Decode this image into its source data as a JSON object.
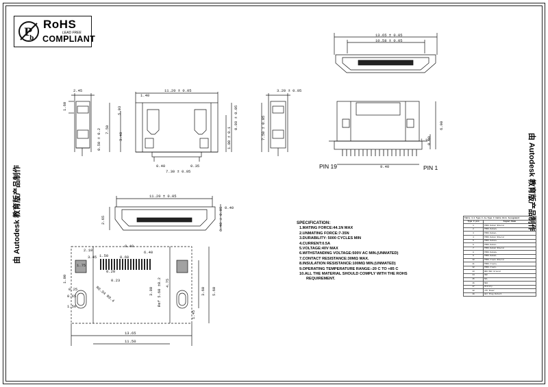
{
  "rohs": {
    "title": "RoHS",
    "sub": "LEAD FREE",
    "compliant": "COMPLIANT"
  },
  "watermark_left": "由 Autodesk 教育版产品制作",
  "watermark_right": "由 Autodesk 教育版产品制作",
  "dimensions": {
    "top_w1": "13.65 ± 0.05",
    "top_w2": "10.58 ± 0.05",
    "front_w": "11.20 ± 0.05",
    "front_140": "1.40",
    "front_503": "5.03",
    "front_340": "3.40",
    "front_750": "7.50",
    "front_500": "0.50 ± 0.2",
    "front_040": "0.40",
    "front_035": "0.35",
    "front_730": "7.30 ± 0.05",
    "front_088": "0.88 ± 0.05",
    "front_100": "1.00 ± 0.1",
    "left_245": "2.45",
    "left_160": "1.60",
    "side2_320": "3.20 ± 0.05",
    "side2_750": "7.50 ± 0.05",
    "back_690": "6.90",
    "back_118": "1.18",
    "back_030": "0.30",
    "back_940": "9.40",
    "bot_w": "11.20 ± 0.05",
    "bot_265": "2.65",
    "bot_040": "0.40",
    "bot_640": "6.40 ± 0.05",
    "pcb_1365": "13.65",
    "pcb_1150": "11.50",
    "pcb_940": "9.40",
    "pcb_640": "6.40",
    "pcb_210": "2.10",
    "pcb_175": "1.75",
    "pcb_345": "3.45",
    "pcb_150": "1.50",
    "pcb_020": "0.20",
    "pcb_023": "0.23",
    "pcb_060": "0.60",
    "pcb_025": "0.25",
    "pcb_065": "0.65",
    "pcb_150b": "1.50",
    "pcb_380": "3.80",
    "pcb_475": "4.75",
    "pcb_360": "3.60",
    "pcb_560": "5.60",
    "pcb_145": "1.45",
    "pcb_r": "R0.04  R0.4",
    "pcb_ref": "Ref 5.60 ±0.2",
    "pcb_100": "1.00"
  },
  "pin_labels": {
    "left": "PIN 19",
    "right": "PIN 1"
  },
  "specification": {
    "heading": "SPECIFICATION:",
    "items": [
      "1.MATING FORCE:44.1N MAX",
      "2.UNMATING FORCE:7-35N",
      "3.DURABILITY: 5000 CYCLES MIN",
      "4.CURRENT:0.5A",
      "5.VOLTAGE:40V MAX",
      "6.WITHSTANDING VOLTAGE:500V AC MIN.(UNMATED)",
      "7.CONTACT RESISTANCE:30MΩ MAX.",
      "8.INSULATION RESISTANCE:100MΩ MIN.(UNMATED)",
      "9.OPERATING TEMPERATURE RANGE:-20 C TO +85 C",
      "10.ALL THE MATERIAL SHOULD COMPLY WITH THE ROHS",
      "REQUIREMENT."
    ]
  },
  "pin_table": {
    "caption": "Table 4-3 Type C-to-Type C Cable Wire Assignment",
    "col1": "Type C pin",
    "col2": "Signal Name",
    "rows": [
      [
        "1",
        "TMDS Data2 Shield"
      ],
      [
        "2",
        "TMDS Data2+"
      ],
      [
        "3",
        "TMDS Data2-"
      ],
      [
        "4",
        "TMDS Data1 Shield"
      ],
      [
        "5",
        "TMDS Data1+"
      ],
      [
        "6",
        "TMDS Data1-"
      ],
      [
        "7",
        "TMDS Data0 Shield"
      ],
      [
        "8",
        "TMDS Data0+"
      ],
      [
        "9",
        "TMDS Data0-"
      ],
      [
        "10",
        "TMDS Clock Shield"
      ],
      [
        "11",
        "TMDS Clock+"
      ],
      [
        "12",
        "TMDS Clock-"
      ],
      [
        "13",
        "DDC/CEC Ground"
      ],
      [
        "14",
        "CEC"
      ],
      [
        "15",
        "SCL"
      ],
      [
        "16",
        "SDA"
      ],
      [
        "17",
        "Utility"
      ],
      [
        "18",
        "+5V Power"
      ],
      [
        "19",
        "Hot Plug Detect"
      ]
    ]
  }
}
